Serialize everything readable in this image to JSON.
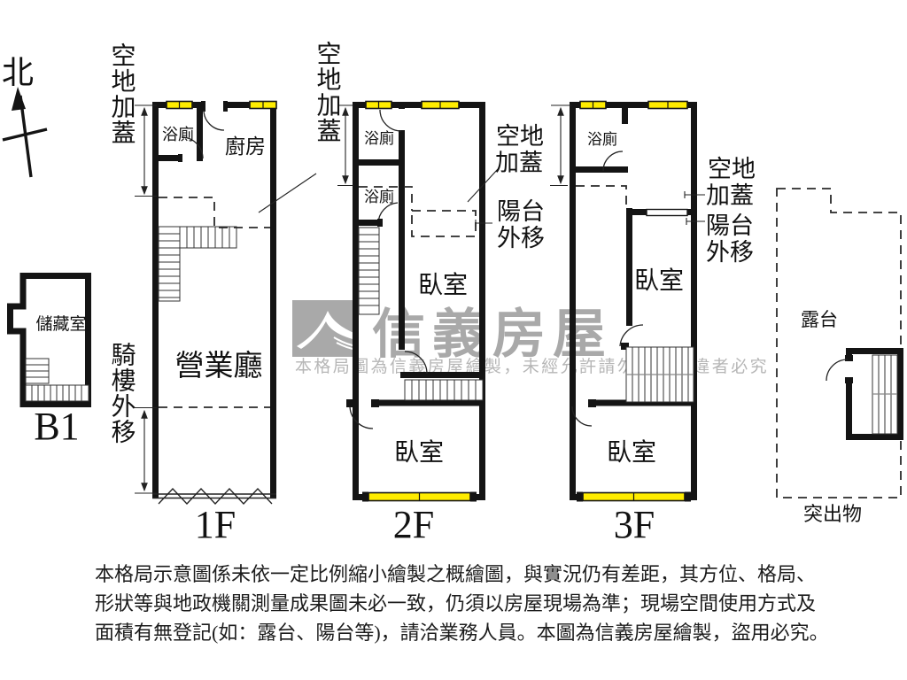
{
  "compass": {
    "north_label": "北"
  },
  "floors": {
    "b1": {
      "name": "B1",
      "storage": "儲藏室"
    },
    "f1": {
      "name": "1F",
      "bath": "浴廁",
      "kitchen": "廚房",
      "hall": "營業廳"
    },
    "f2": {
      "name": "2F",
      "bath_upper": "浴廁",
      "bath_lower": "浴廁",
      "bed_upper": "臥室",
      "bed_lower": "臥室"
    },
    "f3": {
      "name": "3F",
      "bath": "浴廁",
      "bed_upper": "臥室",
      "bed_lower": "臥室"
    },
    "roof": {
      "terrace": "露台",
      "protrusion": "突出物"
    }
  },
  "annotations": {
    "f1_vacant": "空地加蓋",
    "f1_arcade": "騎樓外移",
    "f2_vacant": "空地加蓋",
    "mid_vacant": [
      "空地",
      "加蓋"
    ],
    "mid_balcony": [
      "陽台",
      "外移"
    ],
    "right_vacant": [
      "空地",
      "加蓋"
    ],
    "right_balcony": [
      "陽台",
      "外移"
    ]
  },
  "watermark": {
    "brand": "信義房屋",
    "notice": "本格局圖為信義房屋繪製，未經允許請勿盜用，違者必究"
  },
  "disclaimer": {
    "line1": "本格局示意圖係未依一定比例縮小繪製之概繪圖，與實況仍有差距，其方位、格局、",
    "line2": "形狀等與地政機關測量成果圖未必一致，仍須以房屋現場為準；現場空間使用方式及",
    "line3": "面積有無登記(如：露台、陽台等)，請洽業務人員。本圖為信義房屋繪製，盜用必究。"
  },
  "colors": {
    "window": "#ffec00",
    "watermark": "#a9a9a9",
    "watermark_light": "#b6b6b6"
  }
}
